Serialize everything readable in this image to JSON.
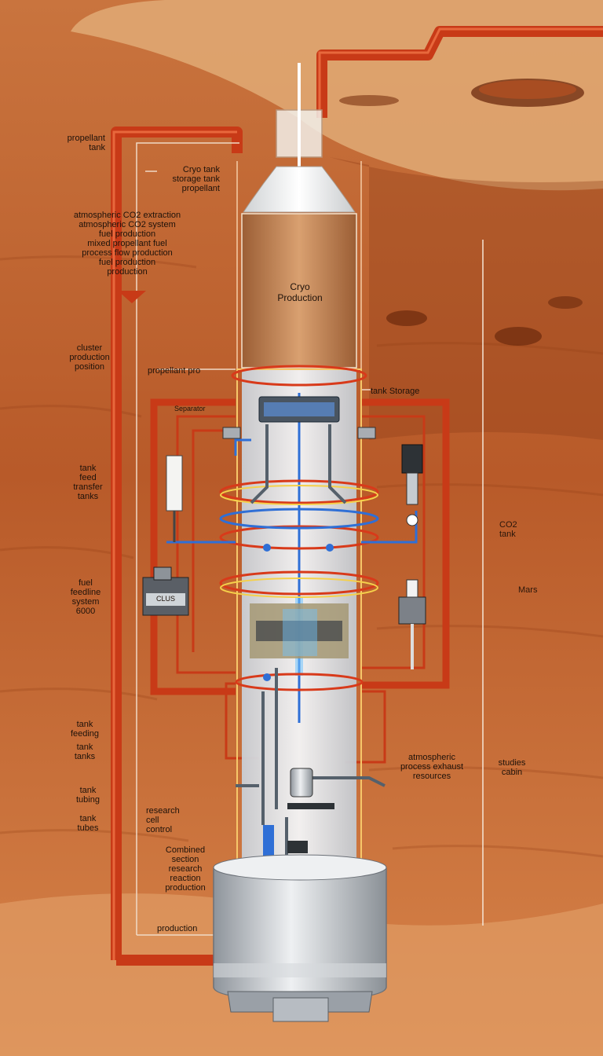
{
  "colors": {
    "ground_light": "#d8824a",
    "ground_dark": "#a6461e",
    "pipe_red": "#d8431f",
    "tank_upper": "#c98b5a",
    "tank_cap": "#f6f5f2",
    "column_glass": "#e9ecef",
    "accent_blue": "#2f6fd6",
    "base_metal": "#c8ccd1"
  },
  "icons": [
    "crater",
    "pipe-elbow",
    "valve",
    "pump",
    "sensor",
    "control-box"
  ],
  "labels": {
    "propellant_tank": "propellant\ntank",
    "cryo_tank_storage": "Cryo tank\nstorage tank\npropellant",
    "atmospheric_co2": "atmospheric CO2 extraction\natmospheric CO2 system\nfuel production\nmixed propellant fuel\nprocess flow production\nfuel production\nproduction",
    "cryo_production": "Cryo\nProduction",
    "cluster_production": "cluster\nproduction\nposition",
    "propellant_pro": "propellant pro",
    "tank_storage": "tank Storage",
    "separator": "Separator",
    "tank_feed": "tank\nfeed\ntransfer\ntanks",
    "fuel_feed": "fuel\nfeedline\nsystem\n6000",
    "cluster_box": "CLUS",
    "co2_tank": "CO2\ntank",
    "mars": "Mars",
    "tank_feeding": "tank\nfeeding",
    "tanks": "tank\ntanks",
    "atmospheric_process": "atmospheric\nprocess exhaust\nresources",
    "tank_tubing": "tank\ntubing",
    "tank_tubes": "tank\ntubes",
    "research_control": "research\ncell\ncontrol",
    "combined": "Combined\nsection\nresearch\nreaction\nproduction",
    "studies_cabin": "studies\ncabin",
    "production": "production"
  }
}
